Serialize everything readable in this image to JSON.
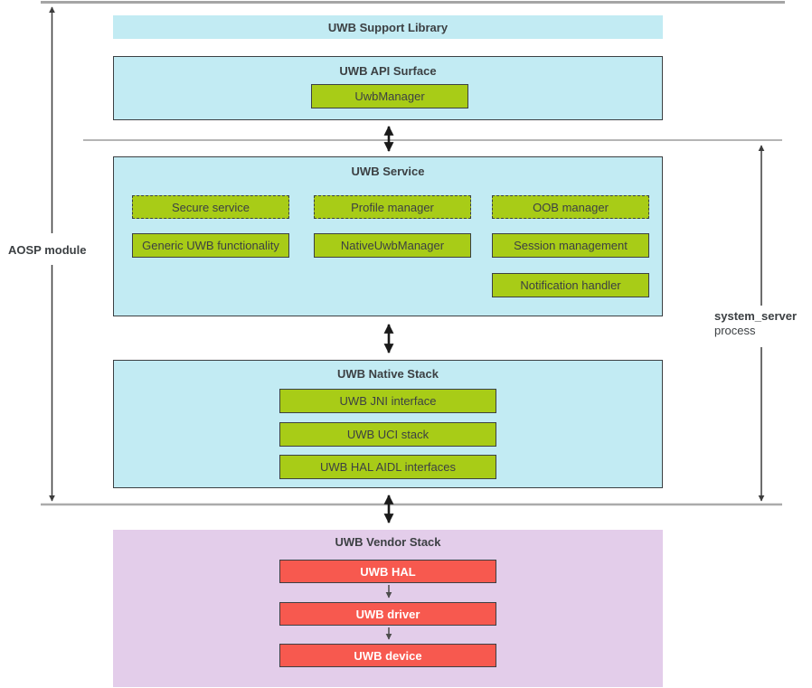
{
  "side_labels": {
    "left": "AOSP module",
    "right_line1": "system_server",
    "right_line2": "process"
  },
  "support_library": {
    "title": "UWB Support Library"
  },
  "api_surface": {
    "title": "UWB API Surface",
    "manager": "UwbManager"
  },
  "service": {
    "title": "UWB Service",
    "dashed": [
      "Secure service",
      "Profile manager",
      "OOB manager"
    ],
    "solid": [
      "Generic UWB functionality",
      "NativeUwbManager",
      "Session management"
    ],
    "row3": [
      "Notification handler"
    ]
  },
  "native_stack": {
    "title": "UWB Native Stack",
    "layers": [
      "UWB JNI interface",
      "UWB UCI stack",
      "UWB HAL AIDL interfaces"
    ]
  },
  "vendor_stack": {
    "title": "UWB Vendor Stack",
    "layers": [
      "UWB HAL",
      "UWB driver",
      "UWB device"
    ]
  },
  "colors": {
    "box_cyan": "#c2ebf3",
    "chip_green": "#a8cc17",
    "chip_red": "#f7594f",
    "vendor_purple": "#e3cdea",
    "border_dark": "#3c4043",
    "line_gray": "#adadad",
    "arrow_black": "#1a1a1a",
    "arrow_gray": "#4d4d4d"
  }
}
